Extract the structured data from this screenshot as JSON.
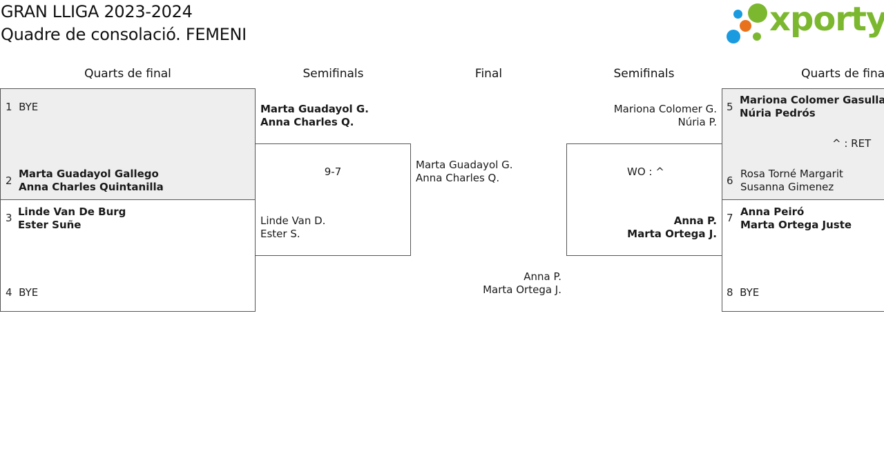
{
  "header": {
    "title": "GRAN LLIGA 2023-2024",
    "subtitle": "Quadre de consolació. FEMENI",
    "logo_text": "xporty",
    "colors": {
      "logo_green": "#7cb82f",
      "logo_blue": "#1a9be0",
      "logo_orange": "#e8721c",
      "box_grey": "#eeeeee"
    }
  },
  "rounds": {
    "left_quarters": "Quarts de final",
    "left_semis": "Semifinals",
    "final": "Final",
    "right_semis": "Semifinals",
    "right_quarters": "Quarts de final"
  },
  "left_quarters": {
    "s1": {
      "seed": "1",
      "name": "BYE"
    },
    "s2": {
      "seed": "2",
      "p1": "Marta Guadayol Gallego",
      "p2": "Anna Charles Quintanilla"
    },
    "s3": {
      "seed": "3",
      "p1": "Linde Van De Burg",
      "p2": "Ester Suñe"
    },
    "s4": {
      "seed": "4",
      "name": "BYE"
    }
  },
  "left_semis": {
    "top": {
      "p1": "Marta Guadayol G.",
      "p2": "Anna Charles Q."
    },
    "score": "9-7",
    "bottom": {
      "p1": "Linde Van D.",
      "p2": "Ester S."
    }
  },
  "final": {
    "left": {
      "p1": "Marta Guadayol G.",
      "p2": "Anna Charles Q."
    },
    "right": {
      "p1": "Anna P.",
      "p2": "Marta Ortega J."
    }
  },
  "right_semis": {
    "top": {
      "p1": "Mariona Colomer G.",
      "p2": "Núria P."
    },
    "score": "WO : ^",
    "bottom": {
      "p1": "Anna P.",
      "p2": "Marta Ortega J."
    }
  },
  "right_quarters": {
    "s5": {
      "seed": "5",
      "p1": "Mariona Colomer Gasullaa",
      "p2": "Núria Pedrós"
    },
    "score": "^ : RET",
    "s6": {
      "seed": "6",
      "p1": "Rosa Torné Margarit",
      "p2": "Susanna Gimenez"
    },
    "s7": {
      "seed": "7",
      "p1": "Anna Peiró",
      "p2": "Marta Ortega Juste"
    },
    "s8": {
      "seed": "8",
      "name": "BYE"
    }
  }
}
